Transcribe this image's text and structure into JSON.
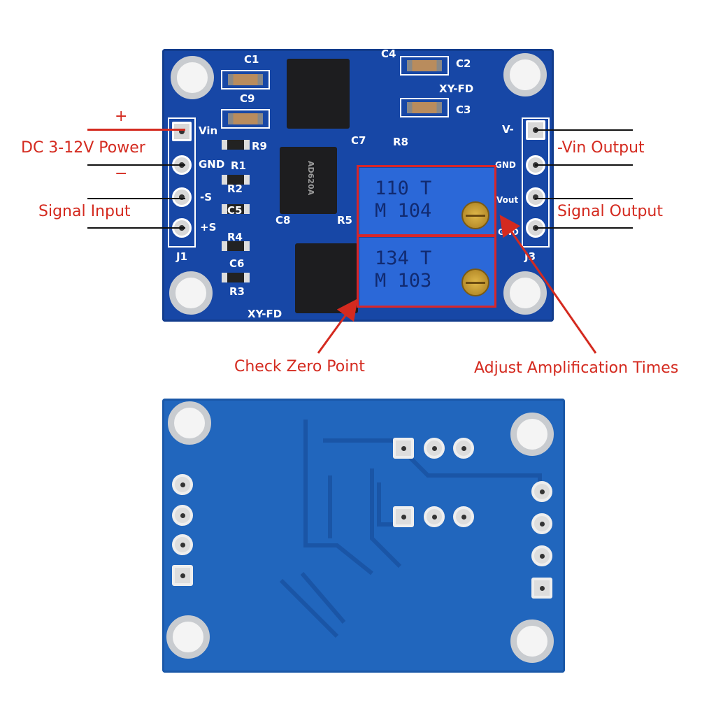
{
  "annotations": {
    "plus": "+",
    "minus": "−",
    "power": "DC 3-12V Power",
    "signal_input": "Signal Input",
    "vin_output": "-Vin Output",
    "signal_output": "Signal Output",
    "check_zero": "Check Zero Point",
    "adjust_amp": "Adjust Amplification Times"
  },
  "silkscreen": {
    "c1": "C1",
    "c9": "C9",
    "c4": "C4",
    "c2": "C2",
    "model_top": "XY-FD",
    "c3": "C3",
    "vin": "Vin",
    "r9": "R9",
    "c7": "C7",
    "r8": "R8",
    "gnd_left": "GND",
    "r1": "R1",
    "r2": "R2",
    "minus_s": "-S",
    "c5": "C5",
    "plus_s": "+S",
    "r4": "R4",
    "c8": "C8",
    "r5": "R5",
    "j1": "J1",
    "c6": "C6",
    "r3": "R3",
    "model_bottom": "XY-FD",
    "v_minus": "V-",
    "gnd_right1": "GND",
    "vout": "Vout",
    "gnd_right2": "GND",
    "j3": "J3",
    "chip": "AD620A"
  },
  "potentiometers": [
    {
      "line1": "110 T",
      "line2": "M 104"
    },
    {
      "line1": "134 T",
      "line2": "M 103"
    }
  ],
  "colors": {
    "annotation": "#d42a1f",
    "board_top": "#1747a6",
    "board_bottom": "#2166bd"
  }
}
